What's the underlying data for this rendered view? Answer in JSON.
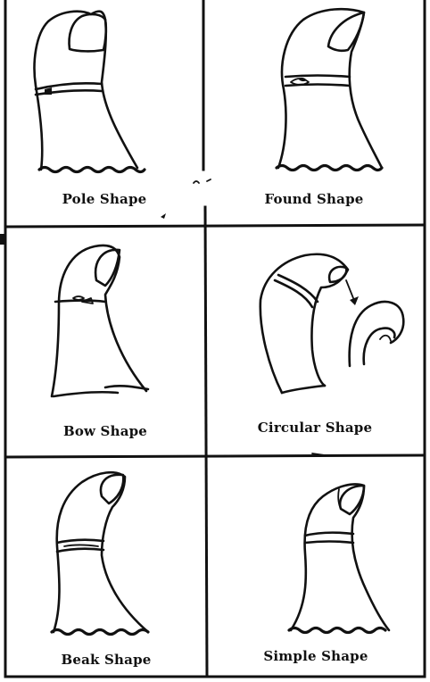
{
  "shapes": [
    {
      "label": "Pole Shape"
    },
    {
      "label": "Found Shape"
    },
    {
      "label": "Bow Shape"
    },
    {
      "label": "Circular Shape"
    },
    {
      "label": "Beak Shape"
    },
    {
      "label": "Simple Shape"
    }
  ]
}
